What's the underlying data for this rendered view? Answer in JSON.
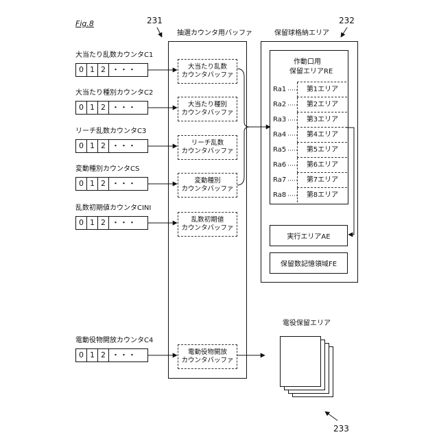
{
  "figure": {
    "label": "Fig.8"
  },
  "refs": {
    "buffer": "231",
    "storage": "232",
    "role": "233"
  },
  "buffer_block": {
    "title": "抽選カウンタ用バッファ"
  },
  "storage_block": {
    "title": "保留球格納エリア"
  },
  "counters": [
    {
      "label": "大当たり乱数カウンタC1",
      "cells": [
        "0",
        "1",
        "2"
      ],
      "ellipsis": "・・・"
    },
    {
      "label": "大当たり種別カウンタC2",
      "cells": [
        "0",
        "1",
        "2"
      ],
      "ellipsis": "・・・"
    },
    {
      "label": "リーチ乱数カウンタC3",
      "cells": [
        "0",
        "1",
        "2"
      ],
      "ellipsis": "・・・"
    },
    {
      "label": "変動種別カウンタCS",
      "cells": [
        "0",
        "1",
        "2"
      ],
      "ellipsis": "・・・"
    },
    {
      "label": "乱数初期値カウンタCINI",
      "cells": [
        "0",
        "1",
        "2"
      ],
      "ellipsis": "・・・"
    },
    {
      "label": "電動役物開放カウンタC4",
      "cells": [
        "0",
        "1",
        "2"
      ],
      "ellipsis": "・・・"
    }
  ],
  "buffers": [
    {
      "line1": "大当たり乱数",
      "line2": "カウンタバッファ"
    },
    {
      "line1": "大当たり種別",
      "line2": "カウンタバッファ"
    },
    {
      "line1": "リーチ乱数",
      "line2": "カウンタバッファ"
    },
    {
      "line1": "変動種別",
      "line2": "カウンタバッファ"
    },
    {
      "line1": "乱数初期値",
      "line2": "カウンタバッファ"
    },
    {
      "line1": "電動役物開放",
      "line2": "カウンタバッファ"
    }
  ],
  "reserve_area": {
    "title_line1": "作動口用",
    "title_line2": "保留エリアRE",
    "rows": [
      {
        "ra": "Ra1",
        "area": "第1エリア"
      },
      {
        "ra": "Ra2",
        "area": "第2エリア"
      },
      {
        "ra": "Ra3",
        "area": "第3エリア"
      },
      {
        "ra": "Ra4",
        "area": "第4エリア"
      },
      {
        "ra": "Ra5",
        "area": "第5エリア"
      },
      {
        "ra": "Ra6",
        "area": "第6エリア"
      },
      {
        "ra": "Ra7",
        "area": "第7エリア"
      },
      {
        "ra": "Ra8",
        "area": "第8エリア"
      }
    ]
  },
  "exec_area": "実行エリアAE",
  "count_area": "保留数記憶領域FE",
  "role_area": {
    "title": "電役保留エリア"
  }
}
